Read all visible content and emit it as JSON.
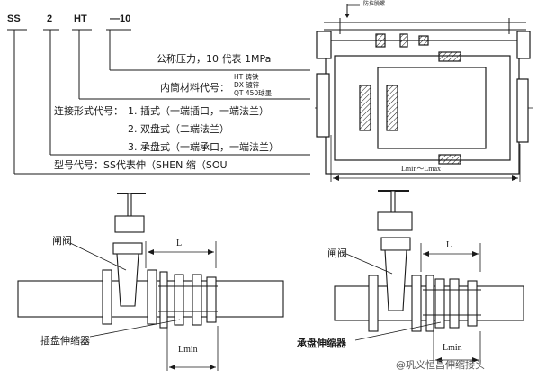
{
  "codes": {
    "ss": "SS",
    "type_num": "2",
    "material": "HT",
    "pressure": "—10"
  },
  "labels": {
    "pressure": "公称压力，10 代表 1MPa",
    "inner_tube": "内筒材料代号：",
    "connection": "连接形式代号：",
    "model_code": "型号代号：SS代表伸（SHEN 缩（SOU",
    "anti_pull_bolt": "防拉脱螺",
    "gate_valve": "闸阀",
    "spigot_flange_joint": "插盘伸缩器",
    "socket_flange_joint": "承盘伸缩器"
  },
  "materials": [
    "HT 铸铁",
    "DX 镀锌",
    "QT 450球墨"
  ],
  "connection_types": [
    "1. 插式（一端插口，一端法兰）",
    "2. 双盘式（二端法兰）",
    "3. 承盘式（一端承口，一端法兰）"
  ],
  "dimensions": {
    "l_range": "Lmin～Lmax",
    "l": "L",
    "lmin": "Lmin"
  },
  "watermark": "@巩义恒昌伸缩接头"
}
